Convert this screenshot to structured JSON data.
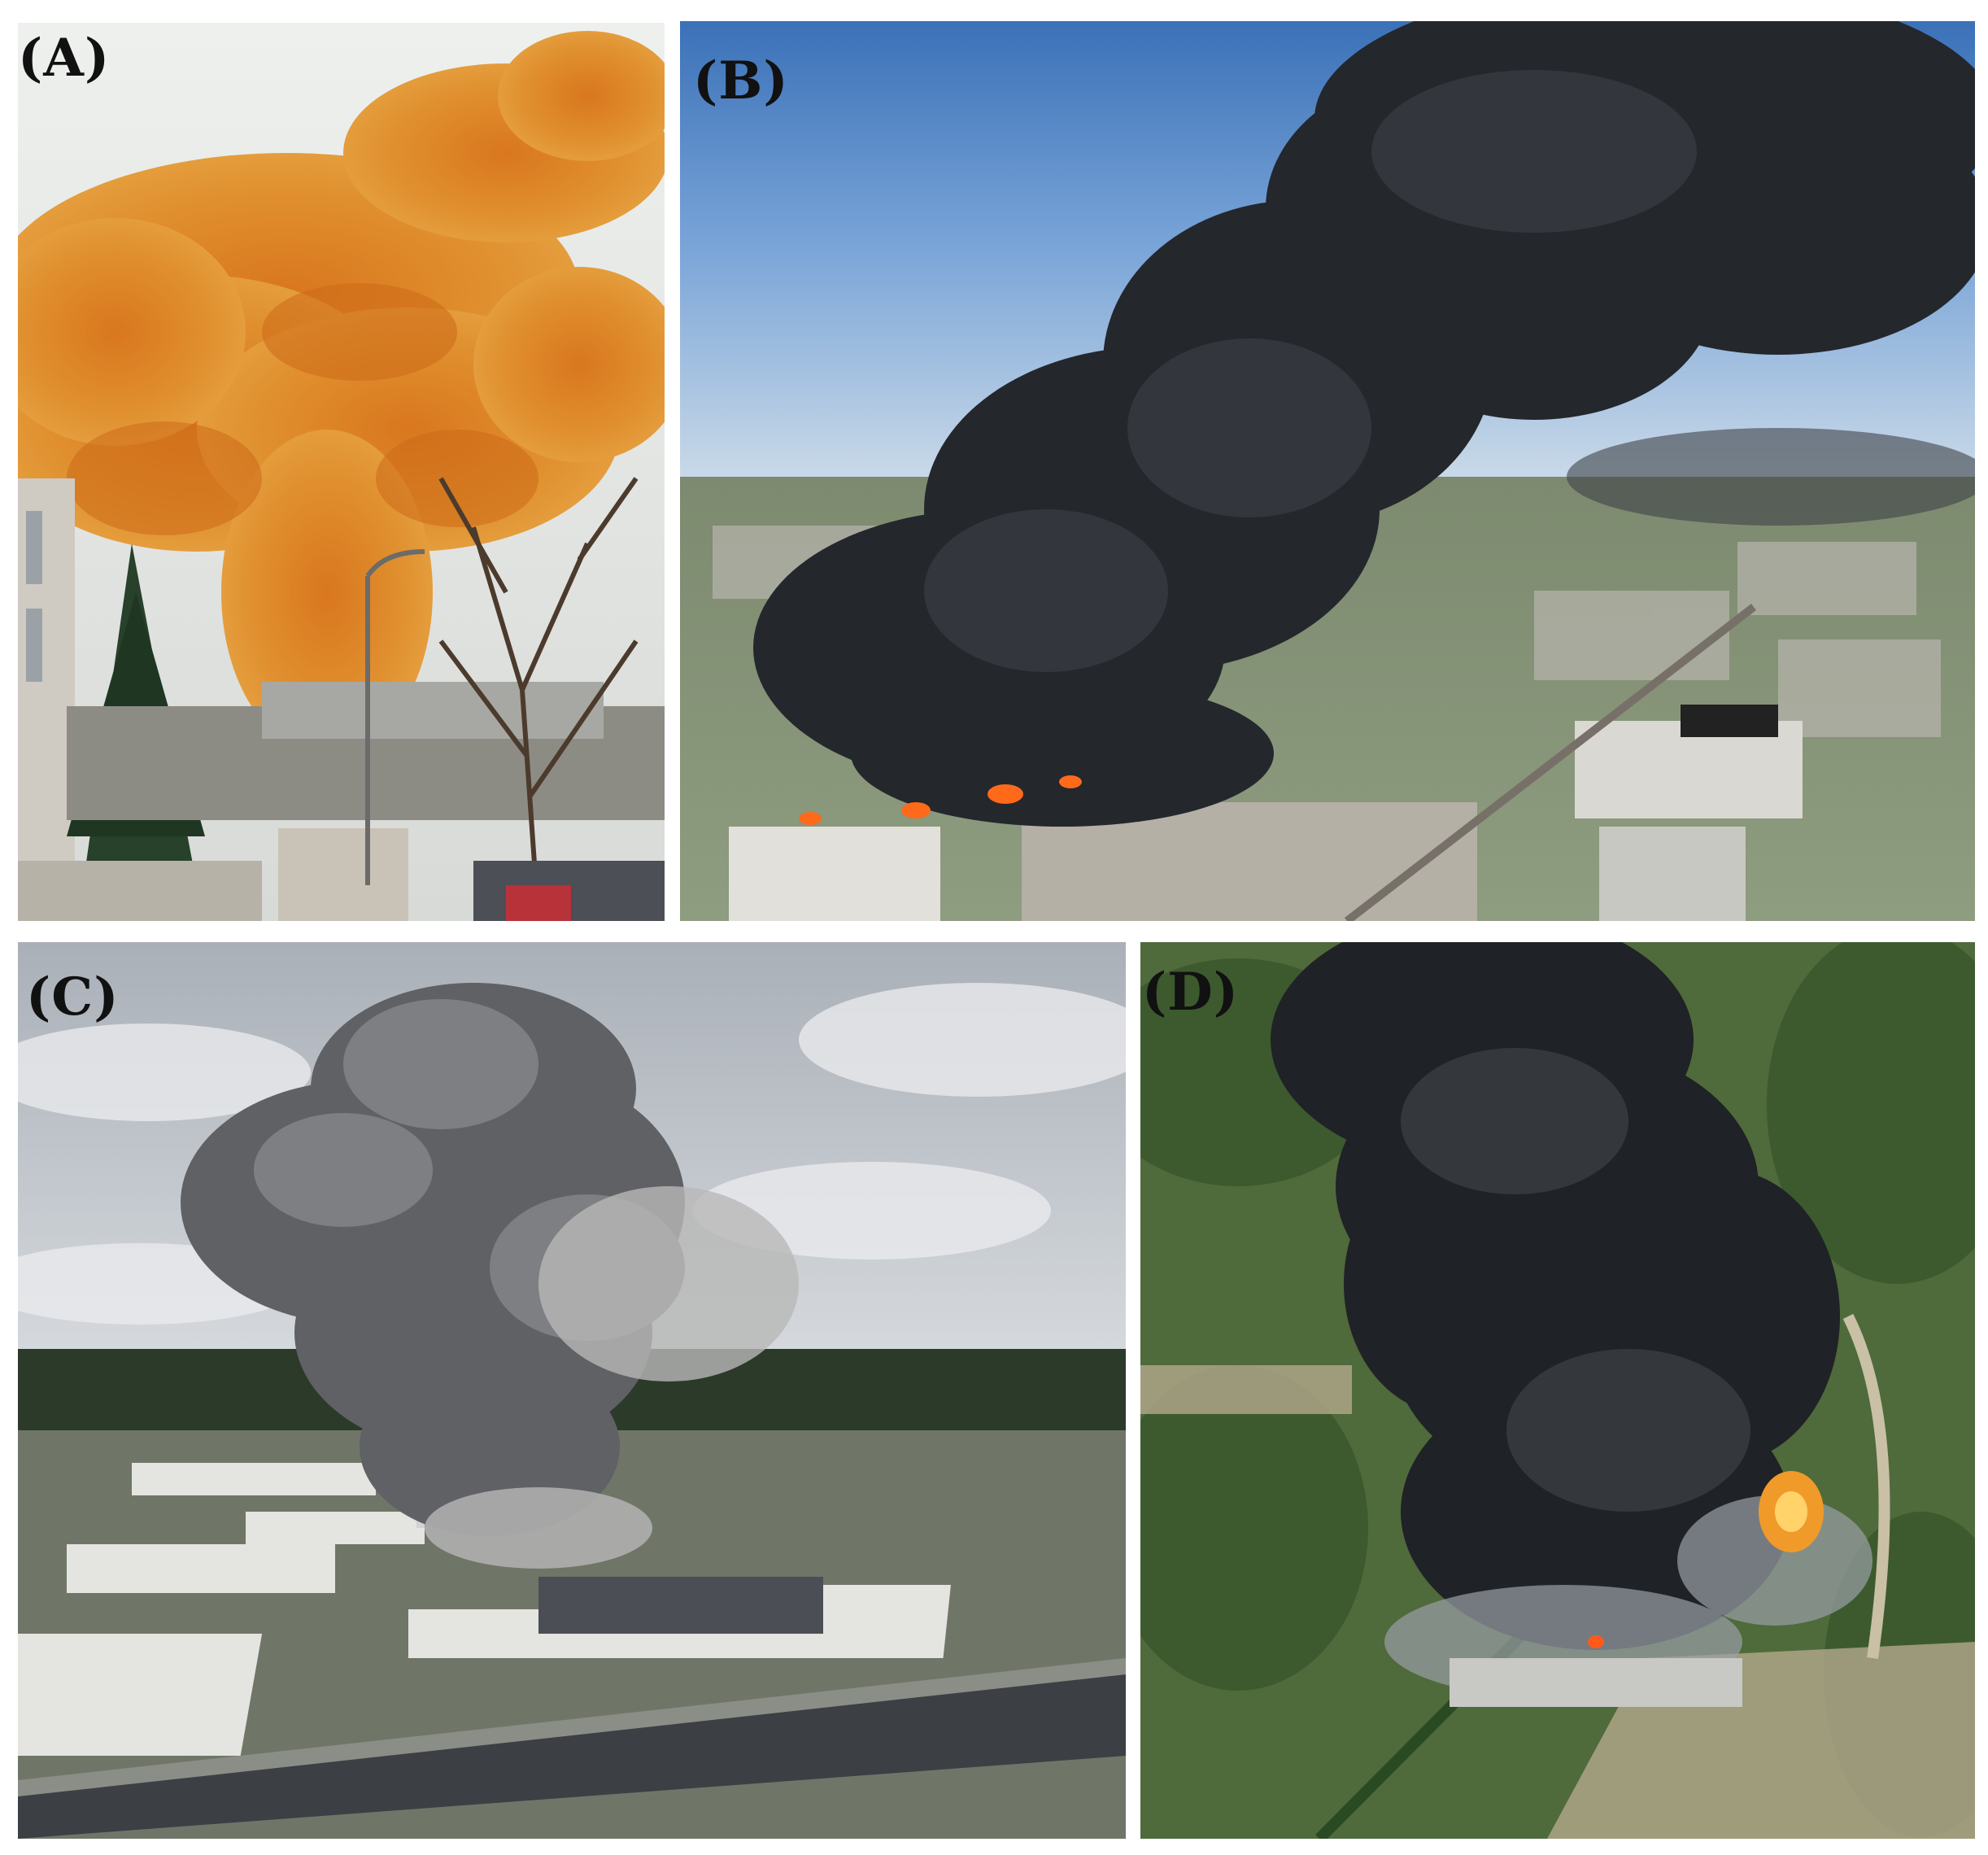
{
  "panels": [
    {
      "id": "A",
      "label": "(A)"
    },
    {
      "id": "B",
      "label": "(B)"
    },
    {
      "id": "C",
      "label": "(C)"
    },
    {
      "id": "D",
      "label": "(D)"
    }
  ]
}
